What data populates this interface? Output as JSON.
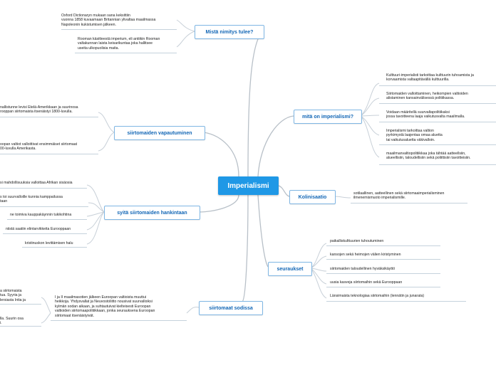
{
  "central": "Imperialismi",
  "left": {
    "nimitys": {
      "title": "Mistä nimitys tulee?",
      "notes": [
        "Oxford Dictionaryn mukaan sana keksittiin\nvuonna 1858 kuvaamaan Britannian ylivaltaa maailmassa\nNapoleonin kukistumisen jälkeen.",
        "Rooman käsitteestä imperium, eli antiikin Rooman\nvaltakunnan laista keisarikuntaa joka hallitsee\nuseita ulkopuolisia maita."
      ]
    },
    "vapautuminen": {
      "title": "siirtomaiden vapautuminen",
      "notes": [
        "nallistunne levisi Etelä-Amerikkaan ja suurinosa\nrooppan siirtomaista itsenäistyi 1800-luvulla.",
        "oopan valtiot valloittivat ensimmäiset siirtomaat\n00-luvulla Amerikasta."
      ]
    },
    "hankintaan": {
      "title": "syitä siirtomaiden hankintaan",
      "notes": [
        "si mahdollisuuksia valloittaa Afrikan sisäosia",
        "s toi suurvalloille kunnia kamppailussa\ntaan",
        "ne toimiva kauppakäynnin tukikohtina",
        "niistä saatiin elintarvikkeita Eurooppaan",
        "kristinuskon levittämisen halu"
      ]
    },
    "sodissa": {
      "title": "siirtomaat sodissa",
      "notes": [
        "I ja II maailmasotien jälkeen Euroopan valtioista muuttui\nheikkoja. Yhdysvallat ja Neuvostoliitto nousivat suurvalloiksi\nkylmän sodan aikaan, ja suhtautuivat kielteisesti Euroopan\nvaltioiden siirtomaapolitiikkaan, jonka seurauksena Euroopan\nsiirtomaat itsenäistyivät.",
        "a siirtomaista\ntua. Syyria ja\nlersiasta Intia ja",
        "lla. Suurin osa\ni."
      ]
    }
  },
  "right": {
    "mita": {
      "title": "mitä on imperialismi?",
      "notes": [
        "Kulttuuri-imperialisti tarkoittaa kulttuurin tuhoamista ja\nkorvaamista valtaapitävällä kulttuurilla.",
        "Siirtomaiden valloittaminen, heikompien valtioiden\nalistaminen kansainvälisessä politiikassa.",
        "Voidaan määritellä suurvaltapolitiikaksi\njossa tavoitteena laaja vaikutusvalta maailmalla.",
        "Imperialismi tarkoittaa valtion\npyrkimystä laajentaa omaa aluetta\ntai vaikutusaluetta väkivalloin.",
        "maailmanvaltiopolitiikkaa joka tähtää aatteellsiin,\nalueellisiin, taloudellisiin sekä poliittisiin tavoitteisiin."
      ]
    },
    "kolinisaatio": {
      "title": "Kolinisaatio",
      "notes": [
        "sotilaallinen, aatteellinen sekä siirtomaaimperialisminen\nilmenemismuoto imperialismille."
      ]
    },
    "seuraukset": {
      "title": "seuraukset",
      "notes": [
        "paikalliskulttuurien tuhoutuminen",
        "kansojen sekä heimojen välien kiristyminen",
        "siirtomaiden taloudellinen hyväksikäyttö",
        "uusia kasveja siirtomaihin sekä Eurooppaan",
        "Länsimaista teknologiaa siirtomaihin (lennätin ja junarata)"
      ]
    }
  }
}
